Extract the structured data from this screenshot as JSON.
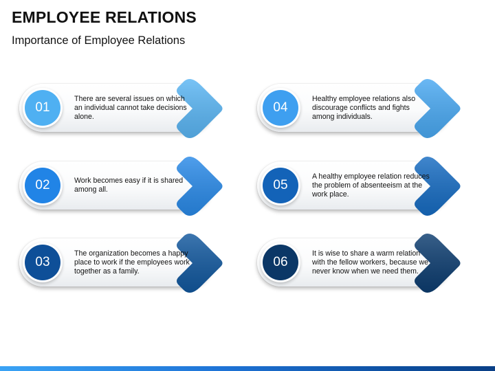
{
  "header": {
    "title": "EMPLOYEE RELATIONS",
    "subtitle": "Importance of Employee Relations"
  },
  "items": [
    {
      "number": "01",
      "text": "There are several issues on which an individual cannot take decisions alone.",
      "color": "#4fb0f2",
      "chevron_color": "#5bb6f4"
    },
    {
      "number": "02",
      "text": "Work becomes easy if it is shared among all.",
      "color": "#2184e6",
      "chevron_color": "#2a8ae8"
    },
    {
      "number": "03",
      "text": "The organization becomes a happy place to work if the employees work together as a family.",
      "color": "#0e4f98",
      "chevron_color": "#12589e"
    },
    {
      "number": "04",
      "text": "Healthy employee relations also discourage conflicts and fights among individuals.",
      "color": "#3e9ff0",
      "chevron_color": "#4aa9f2"
    },
    {
      "number": "05",
      "text": "A healthy employee relation reduces the problem of absenteeism at the work place.",
      "color": "#1363b8",
      "chevron_color": "#176cc2"
    },
    {
      "number": "06",
      "text": "It is wise to share a warm relation with the fellow workers, because we never know when we need them.",
      "color": "#0b3766",
      "chevron_color": "#0d3d70"
    }
  ]
}
